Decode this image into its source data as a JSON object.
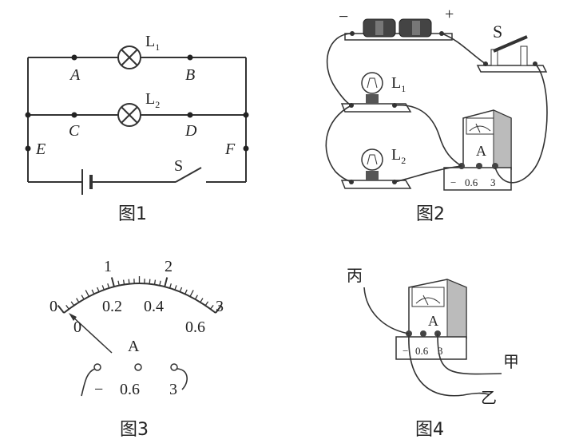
{
  "figure1": {
    "caption": "图1",
    "lamp1": {
      "label": "L",
      "sub": "1"
    },
    "lamp2": {
      "label": "L",
      "sub": "2"
    },
    "points": {
      "A": "A",
      "B": "B",
      "C": "C",
      "D": "D",
      "E": "E",
      "F": "F"
    },
    "switch": "S"
  },
  "figure2": {
    "caption": "图2",
    "battery_minus": "−",
    "battery_plus": "+",
    "switch": "S",
    "lamp1": {
      "label": "L",
      "sub": "1"
    },
    "lamp2": {
      "label": "L",
      "sub": "2"
    },
    "meter": {
      "unit": "A",
      "terminals": [
        "−",
        "0.6",
        "3"
      ]
    }
  },
  "figure3": {
    "caption": "图3",
    "top_scale": [
      "0",
      "1",
      "2",
      "3"
    ],
    "bottom_scale": [
      "0",
      "0.2",
      "0.4",
      "0.6"
    ],
    "unit": "A",
    "terminals": [
      "−",
      "0.6",
      "3"
    ]
  },
  "figure4": {
    "caption": "图4",
    "wires": {
      "bing": "丙",
      "jia": "甲",
      "yi": "乙"
    },
    "meter": {
      "unit": "A",
      "terminals": [
        "−",
        "0.6",
        "3"
      ]
    }
  }
}
